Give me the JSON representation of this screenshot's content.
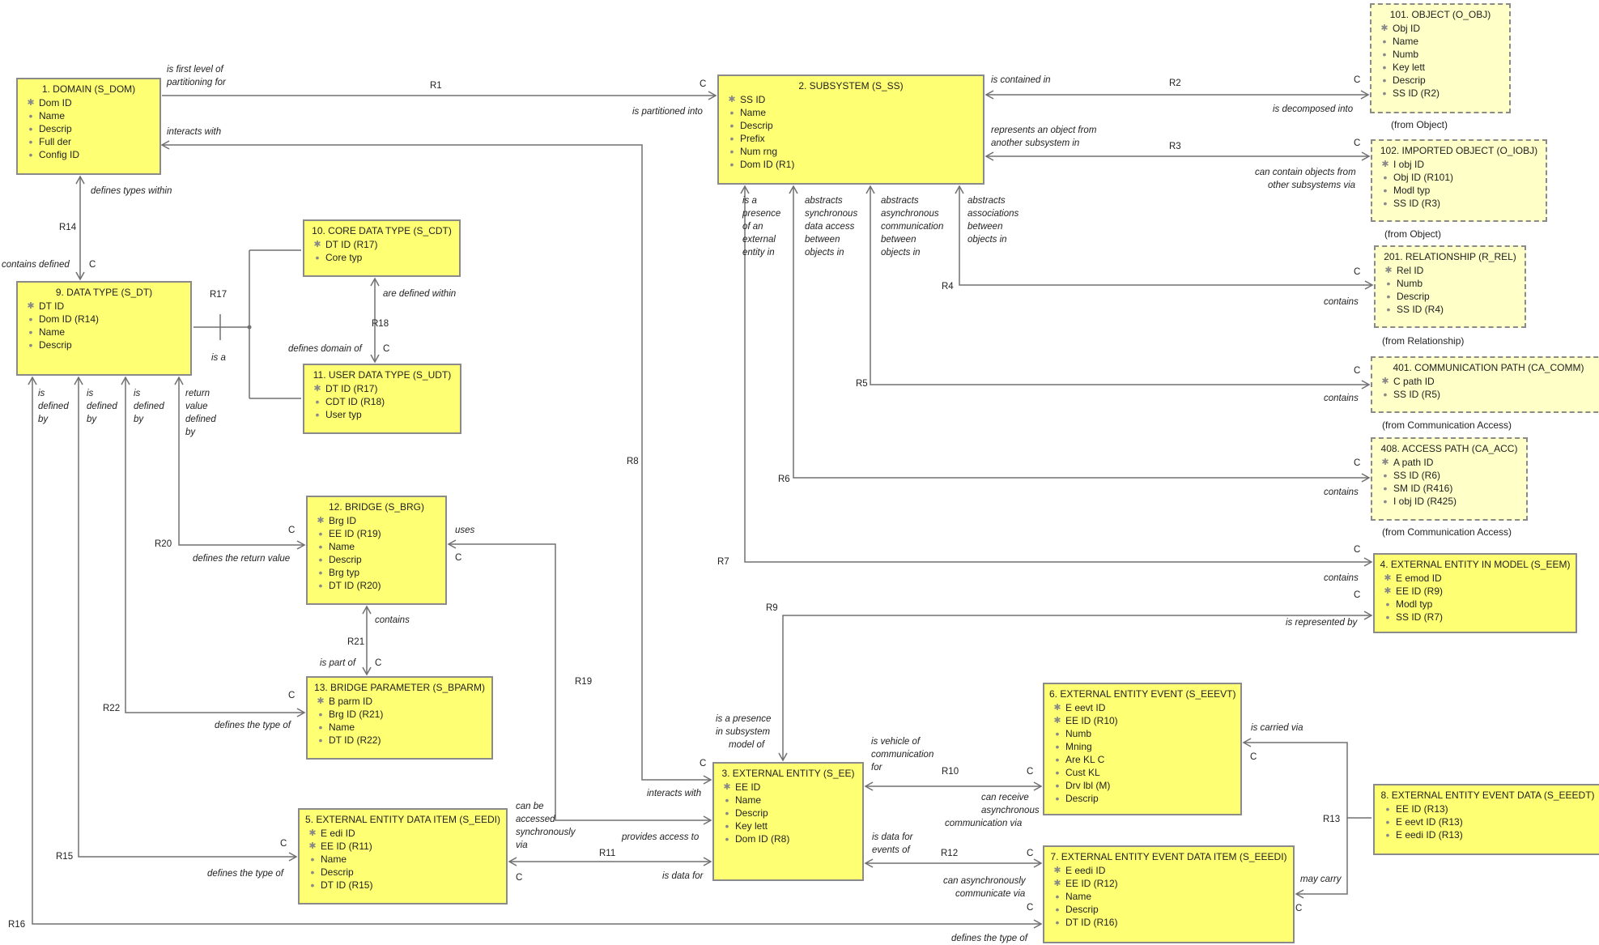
{
  "boxes": [
    {
      "id": "dom",
      "title": "1. DOMAIN (S_DOM)",
      "attrs": [
        {
          "m": "star",
          "t": "Dom ID"
        },
        {
          "m": "dot",
          "t": "Name"
        },
        {
          "m": "dot",
          "t": "Descrip"
        },
        {
          "m": "dot",
          "t": "Full der"
        },
        {
          "m": "dot",
          "t": "Config ID"
        }
      ]
    },
    {
      "id": "ss",
      "title": "2. SUBSYSTEM (S_SS)",
      "attrs": [
        {
          "m": "star",
          "t": "SS ID"
        },
        {
          "m": "dot",
          "t": "Name"
        },
        {
          "m": "dot",
          "t": "Descrip"
        },
        {
          "m": "dot",
          "t": "Prefix"
        },
        {
          "m": "dot",
          "t": "Num rng"
        },
        {
          "m": "dot",
          "t": "Dom ID (R1)"
        }
      ]
    },
    {
      "id": "obj",
      "title": "101. OBJECT (O_OBJ)",
      "attrs": [
        {
          "m": "star",
          "t": "Obj ID"
        },
        {
          "m": "dot",
          "t": "Name"
        },
        {
          "m": "dot",
          "t": "Numb"
        },
        {
          "m": "dot",
          "t": "Key lett"
        },
        {
          "m": "dot",
          "t": "Descrip"
        },
        {
          "m": "dot",
          "t": "SS ID (R2)"
        }
      ],
      "from": "(from Object)"
    },
    {
      "id": "iobj",
      "title": "102. IMPORTED OBJECT (O_IOBJ)",
      "attrs": [
        {
          "m": "star",
          "t": "I obj ID"
        },
        {
          "m": "dot",
          "t": "Obj ID (R101)"
        },
        {
          "m": "dot",
          "t": "Modl typ"
        },
        {
          "m": "dot",
          "t": "SS ID (R3)"
        }
      ],
      "from": "(from Object)"
    },
    {
      "id": "rel",
      "title": "201. RELATIONSHIP (R_REL)",
      "attrs": [
        {
          "m": "star",
          "t": "Rel ID"
        },
        {
          "m": "dot",
          "t": "Numb"
        },
        {
          "m": "dot",
          "t": "Descrip"
        },
        {
          "m": "dot",
          "t": "SS ID (R4)"
        }
      ],
      "from": "(from Relationship)"
    },
    {
      "id": "comm",
      "title": "401. COMMUNICATION PATH (CA_COMM)",
      "attrs": [
        {
          "m": "star",
          "t": "C path ID"
        },
        {
          "m": "dot",
          "t": "SS ID (R5)"
        }
      ],
      "from": "(from Communication Access)"
    },
    {
      "id": "acc",
      "title": "408. ACCESS PATH (CA_ACC)",
      "attrs": [
        {
          "m": "star",
          "t": "A path ID"
        },
        {
          "m": "dot",
          "t": "SS ID (R6)"
        },
        {
          "m": "dot",
          "t": "SM ID (R416)"
        },
        {
          "m": "dot",
          "t": "I obj ID (R425)"
        }
      ],
      "from": "(from Communication Access)"
    },
    {
      "id": "eem",
      "title": "4. EXTERNAL ENTITY IN MODEL (S_EEM)",
      "attrs": [
        {
          "m": "star",
          "t": "E emod ID"
        },
        {
          "m": "star",
          "t": "EE ID (R9)"
        },
        {
          "m": "dot",
          "t": "Modl typ"
        },
        {
          "m": "dot",
          "t": "SS ID (R7)"
        }
      ]
    },
    {
      "id": "cdt",
      "title": "10. CORE DATA TYPE (S_CDT)",
      "attrs": [
        {
          "m": "star",
          "t": "DT ID (R17)"
        },
        {
          "m": "dot",
          "t": "Core typ"
        }
      ]
    },
    {
      "id": "dt",
      "title": "9. DATA TYPE (S_DT)",
      "attrs": [
        {
          "m": "star",
          "t": "DT ID"
        },
        {
          "m": "dot",
          "t": "Dom ID (R14)"
        },
        {
          "m": "dot",
          "t": "Name"
        },
        {
          "m": "dot",
          "t": "Descrip"
        }
      ]
    },
    {
      "id": "udt",
      "title": "11. USER DATA TYPE (S_UDT)",
      "attrs": [
        {
          "m": "star",
          "t": "DT ID (R17)"
        },
        {
          "m": "dot",
          "t": "CDT ID (R18)"
        },
        {
          "m": "dot",
          "t": "User typ"
        }
      ]
    },
    {
      "id": "brg",
      "title": "12. BRIDGE (S_BRG)",
      "attrs": [
        {
          "m": "star",
          "t": "Brg ID"
        },
        {
          "m": "dot",
          "t": "EE ID (R19)"
        },
        {
          "m": "dot",
          "t": "Name"
        },
        {
          "m": "dot",
          "t": "Descrip"
        },
        {
          "m": "dot",
          "t": "Brg typ"
        },
        {
          "m": "dot",
          "t": "DT ID (R20)"
        }
      ]
    },
    {
      "id": "bparm",
      "title": "13. BRIDGE PARAMETER (S_BPARM)",
      "attrs": [
        {
          "m": "star",
          "t": "B parm ID"
        },
        {
          "m": "dot",
          "t": "Brg ID (R21)"
        },
        {
          "m": "dot",
          "t": "Name"
        },
        {
          "m": "dot",
          "t": "DT ID (R22)"
        }
      ]
    },
    {
      "id": "ee",
      "title": "3. EXTERNAL ENTITY (S_EE)",
      "attrs": [
        {
          "m": "star",
          "t": "EE ID"
        },
        {
          "m": "dot",
          "t": "Name"
        },
        {
          "m": "dot",
          "t": "Descrip"
        },
        {
          "m": "dot",
          "t": "Key lett"
        },
        {
          "m": "dot",
          "t": "Dom ID (R8)"
        }
      ]
    },
    {
      "id": "eeevt",
      "title": "6. EXTERNAL ENTITY EVENT (S_EEEVT)",
      "attrs": [
        {
          "m": "star",
          "t": "E eevt ID"
        },
        {
          "m": "star",
          "t": "EE ID (R10)"
        },
        {
          "m": "dot",
          "t": "Numb"
        },
        {
          "m": "dot",
          "t": "Mning"
        },
        {
          "m": "dot",
          "t": "Are KL C"
        },
        {
          "m": "dot",
          "t": "Cust KL"
        },
        {
          "m": "dot",
          "t": "Drv lbl (M)"
        },
        {
          "m": "dot",
          "t": "Descrip"
        }
      ]
    },
    {
      "id": "eeedt",
      "title": "8. EXTERNAL ENTITY EVENT DATA (S_EEEDT)",
      "attrs": [
        {
          "m": "dot",
          "t": "EE ID (R13)"
        },
        {
          "m": "dot",
          "t": "E eevt ID (R13)"
        },
        {
          "m": "dot",
          "t": "E eedi ID (R13)"
        }
      ]
    },
    {
      "id": "eedi",
      "title": "5. EXTERNAL ENTITY DATA ITEM (S_EEDI)",
      "attrs": [
        {
          "m": "star",
          "t": "E edi ID"
        },
        {
          "m": "star",
          "t": "EE ID (R11)"
        },
        {
          "m": "dot",
          "t": "Name"
        },
        {
          "m": "dot",
          "t": "Descrip"
        },
        {
          "m": "dot",
          "t": "DT ID (R15)"
        }
      ]
    },
    {
      "id": "eeedi",
      "title": "7. EXTERNAL ENTITY EVENT DATA ITEM (S_EEEDI)",
      "attrs": [
        {
          "m": "star",
          "t": "E eedi ID"
        },
        {
          "m": "star",
          "t": "EE ID (R12)"
        },
        {
          "m": "dot",
          "t": "Name"
        },
        {
          "m": "dot",
          "t": "Descrip"
        },
        {
          "m": "dot",
          "t": "DT ID (R16)"
        }
      ]
    }
  ],
  "labels": [
    {
      "t": "R1",
      "i": false
    },
    {
      "t": "is first level of",
      "i": true
    },
    {
      "t": "partitioning for",
      "i": true
    },
    {
      "t": "C",
      "i": false
    },
    {
      "t": "is partitioned into",
      "i": true
    },
    {
      "t": "interacts with",
      "i": true
    },
    {
      "t": "is contained in",
      "i": true
    },
    {
      "t": "R2",
      "i": false
    },
    {
      "t": "C",
      "i": false
    },
    {
      "t": "is decomposed into",
      "i": true
    },
    {
      "t": "represents an object from",
      "i": true
    },
    {
      "t": "another subsystem in",
      "i": true
    },
    {
      "t": "R3",
      "i": false
    },
    {
      "t": "C",
      "i": false
    },
    {
      "t": "can contain objects from",
      "i": true
    },
    {
      "t": "other subsystems via",
      "i": true
    },
    {
      "t": "R4",
      "i": false
    },
    {
      "t": "C",
      "i": false
    },
    {
      "t": "contains",
      "i": true
    },
    {
      "t": "R5",
      "i": false
    },
    {
      "t": "C",
      "i": false
    },
    {
      "t": "contains",
      "i": true
    },
    {
      "t": "R6",
      "i": false
    },
    {
      "t": "C",
      "i": false
    },
    {
      "t": "contains",
      "i": true
    },
    {
      "t": "R7",
      "i": false
    },
    {
      "t": "C",
      "i": false
    },
    {
      "t": "contains",
      "i": true
    },
    {
      "t": "is a",
      "i": true
    },
    {
      "t": "presence",
      "i": true
    },
    {
      "t": "of an",
      "i": true
    },
    {
      "t": "external",
      "i": true
    },
    {
      "t": "entity in",
      "i": true
    },
    {
      "t": "abstracts",
      "i": true
    },
    {
      "t": "synchronous",
      "i": true
    },
    {
      "t": "data access",
      "i": true
    },
    {
      "t": "between",
      "i": true
    },
    {
      "t": "objects in",
      "i": true
    },
    {
      "t": "abstracts",
      "i": true
    },
    {
      "t": "asynchronous",
      "i": true
    },
    {
      "t": "communication",
      "i": true
    },
    {
      "t": "between",
      "i": true
    },
    {
      "t": "objects in",
      "i": true
    },
    {
      "t": "abstracts",
      "i": true
    },
    {
      "t": "associations",
      "i": true
    },
    {
      "t": "between",
      "i": true
    },
    {
      "t": "objects in",
      "i": true
    },
    {
      "t": "defines types within",
      "i": true
    },
    {
      "t": "R14",
      "i": false
    },
    {
      "t": "contains defined",
      "i": true
    },
    {
      "t": "C",
      "i": false
    },
    {
      "t": "R17",
      "i": false
    },
    {
      "t": "is a",
      "i": true
    },
    {
      "t": "are defined within",
      "i": true
    },
    {
      "t": "R18",
      "i": false
    },
    {
      "t": "defines domain of",
      "i": true
    },
    {
      "t": "C",
      "i": false
    },
    {
      "t": "is",
      "i": true
    },
    {
      "t": "defined",
      "i": true
    },
    {
      "t": "by",
      "i": true
    },
    {
      "t": "is",
      "i": true
    },
    {
      "t": "defined",
      "i": true
    },
    {
      "t": "by",
      "i": true
    },
    {
      "t": "is",
      "i": true
    },
    {
      "t": "defined",
      "i": true
    },
    {
      "t": "by",
      "i": true
    },
    {
      "t": "return",
      "i": true
    },
    {
      "t": "value",
      "i": true
    },
    {
      "t": "defined",
      "i": true
    },
    {
      "t": "by",
      "i": true
    },
    {
      "t": "R8",
      "i": false
    },
    {
      "t": "R20",
      "i": false
    },
    {
      "t": "C",
      "i": false
    },
    {
      "t": "defines the return value",
      "i": true
    },
    {
      "t": "uses",
      "i": true
    },
    {
      "t": "C",
      "i": false
    },
    {
      "t": "contains",
      "i": true
    },
    {
      "t": "R21",
      "i": false
    },
    {
      "t": "is part of",
      "i": true
    },
    {
      "t": "C",
      "i": false
    },
    {
      "t": "R19",
      "i": false
    },
    {
      "t": "R22",
      "i": false
    },
    {
      "t": "C",
      "i": false
    },
    {
      "t": "defines the type of",
      "i": true
    },
    {
      "t": "R9",
      "i": false
    },
    {
      "t": "C",
      "i": false
    },
    {
      "t": "is represented by",
      "i": true
    },
    {
      "t": "is a presence",
      "i": true
    },
    {
      "t": "in subsystem",
      "i": true
    },
    {
      "t": "model of",
      "i": true
    },
    {
      "t": "C",
      "i": false
    },
    {
      "t": "interacts with",
      "i": true
    },
    {
      "t": "is vehicle of",
      "i": true
    },
    {
      "t": "communication",
      "i": true
    },
    {
      "t": "for",
      "i": true
    },
    {
      "t": "R10",
      "i": false
    },
    {
      "t": "C",
      "i": false
    },
    {
      "t": "can receive",
      "i": true
    },
    {
      "t": "asynchronous",
      "i": true
    },
    {
      "t": "communication via",
      "i": true
    },
    {
      "t": "is carried via",
      "i": true
    },
    {
      "t": "C",
      "i": false
    },
    {
      "t": "R13",
      "i": false
    },
    {
      "t": "may carry",
      "i": true
    },
    {
      "t": "C",
      "i": false
    },
    {
      "t": "can be",
      "i": true
    },
    {
      "t": "accessed",
      "i": true
    },
    {
      "t": "synchronously",
      "i": true
    },
    {
      "t": "via",
      "i": true
    },
    {
      "t": "provides access to",
      "i": true
    },
    {
      "t": "R11",
      "i": false
    },
    {
      "t": "C",
      "i": false
    },
    {
      "t": "is data for",
      "i": true
    },
    {
      "t": "R15",
      "i": false
    },
    {
      "t": "C",
      "i": false
    },
    {
      "t": "defines the type of",
      "i": true
    },
    {
      "t": "is data for",
      "i": true
    },
    {
      "t": "events of",
      "i": true
    },
    {
      "t": "R12",
      "i": false
    },
    {
      "t": "C",
      "i": false
    },
    {
      "t": "can asynchronously",
      "i": true
    },
    {
      "t": "communicate via",
      "i": true
    },
    {
      "t": "R16",
      "i": false
    },
    {
      "t": "C",
      "i": false
    },
    {
      "t": "defines the type of",
      "i": true
    }
  ]
}
